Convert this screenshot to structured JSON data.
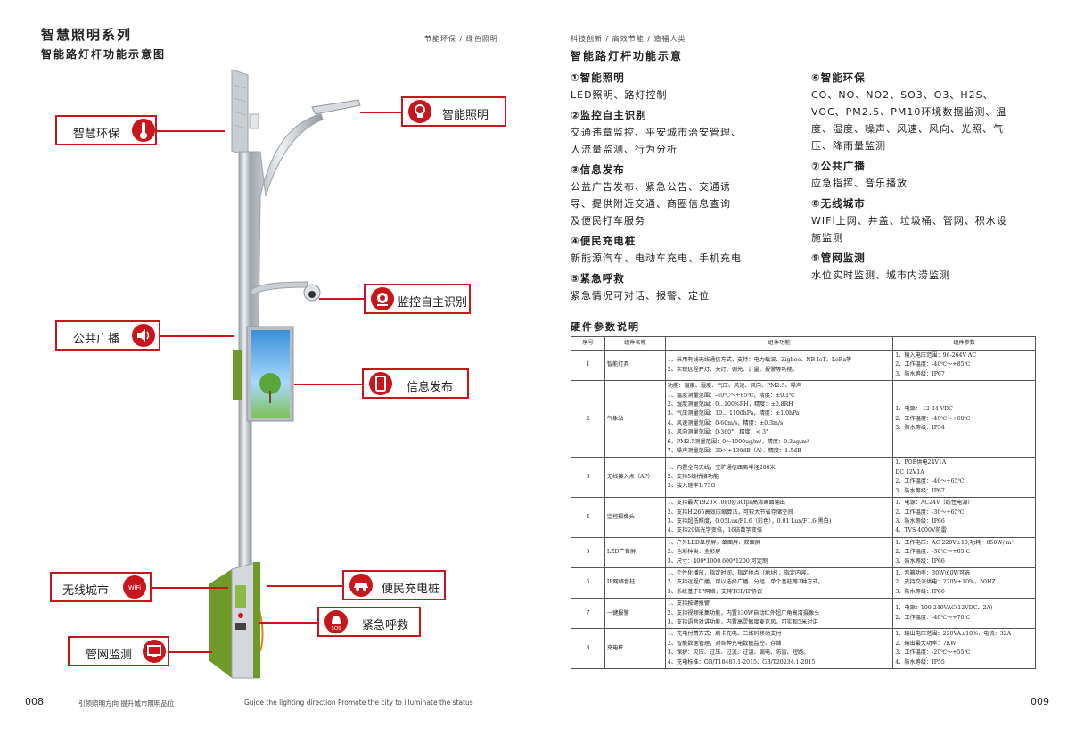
{
  "left": {
    "title": "智慧照明系列",
    "subtitle": "智能路灯杆功能示意图",
    "tag": "节能环保  /  绿色照明",
    "page_number": "008",
    "footer_cn": "引领照明方向    提升城市照明品位",
    "footer_en": "Guide the lighting direction Promote the city to illuminate the status",
    "callouts": {
      "smart_lighting": "智能照明",
      "smart_env": "智慧环保",
      "monitor": "监控自主识别",
      "broadcast": "公共广播",
      "info": "信息发布",
      "wireless": "无线城市",
      "charging": "便民充电桩",
      "sos": "紧急呼救",
      "pipe": "管网监测"
    },
    "icon_text": {
      "wifi": "WiFi",
      "sos": "SOS"
    }
  },
  "right": {
    "tag": "科技创新  /  高效节能  /  造福人类",
    "title": "智能路灯杆功能示意",
    "page_number": "009",
    "features_left": [
      {
        "head": "①智能照明",
        "body": "LED照明、路灯控制"
      },
      {
        "head": "②监控自主识别",
        "body": "交通违章监控、平安城市治安管理、\n人流量监测、行为分析"
      },
      {
        "head": "③信息发布",
        "body": "公益广告发布、紧急公告、交通诱\n导、提供附近交通、商圈信息查询\n及便民打车服务"
      },
      {
        "head": "④便民充电桩",
        "body": "新能源汽车、电动车充电、手机充电"
      },
      {
        "head": "⑤紧急呼救",
        "body": "紧急情况可对话、报警、定位"
      }
    ],
    "features_right": [
      {
        "head": "⑥智能环保",
        "body": "CO、NO、NO2、SO3、O3、H2S、\nVOC、PM2.5、PM10环境数据监测、温\n度、湿度、噪声、风速、风向、光照、气\n压、降雨量监测"
      },
      {
        "head": "⑦公共广播",
        "body": "应急指挥、音乐播放"
      },
      {
        "head": "⑧无线城市",
        "body": "WIFI上网、井盖、垃圾桶、管网、积水设\n施监测"
      },
      {
        "head": "⑨管网监测",
        "body": "水位实时监测、城市内涝监测"
      }
    ],
    "hw_title": "硬件参数说明",
    "table": {
      "headers": [
        "序号",
        "组件名称",
        "组件功能",
        "组件参数"
      ],
      "rows": [
        [
          "1",
          "智能灯具",
          "1、采用有线无线通信方式，支持：电力载波、Zigbee、NB-IoT、LoRa等\n2、实现远程开灯、关灯、调光、计量、报警等功能。",
          "1、输入电压范围：96-264V AC\n2、工作温度：-40℃～+85℃\n3、防水等级：IP67"
        ],
        [
          "2",
          "气象站",
          "功能：温度、湿度、气压、风速、风向、PM2.5、噪声\n1、温度测量范围：-40℃～+85℃，精度：±0.1℃\n2、湿度测量范围：0...100%RH，精度：±0.8RH\n3、气压测量范围：10... 1100hPa，精度：±1.0hPa\n4、风速测量范围：0-60m/s，精度：±0.3m/s\n5、风向测量范围：0-360°，精度：< 3°\n6、PM2.5测量范围：0～1000ug/m³，精度：0.3ug/m³\n7、噪声测量范围：30～+130dB（A），精度：1.5dB",
          "1、电源：  12-24 VDC\n2、工作温度：-40℃～+60℃\n3、防水等级：IP54"
        ],
        [
          "3",
          "无线接入点（AP）",
          "1、内置全向天线，空旷通信距离半径200米\n2、支持5级桥接功能\n3、接入速率1.75G",
          "1、POE供电24V1A\n       DC 12V1A\n2、工作温度：-40～+65℃\n3、防水等级：IP67"
        ],
        [
          "4",
          "监控摄像头",
          "1、支持最大1920×1080@30fps高清画面输出\n2、支持H.265高效压缩算法，可较大节省存储空间\n3、支持超低照度，0.05Lux/F1.6（彩色），0.01 Lux/F1.6(黑白)\n4、支持20倍光学变倍，16倍数字变倍",
          "1、电源：AC24V（线性电源）\n2、工作温度：-30～+65℃\n3、防水等级：IP66\n4、TVS 4000V防雷"
        ],
        [
          "5",
          "LED广告屏",
          "1、户外LED显示屏，单面屏、双面屏\n2、色彩种类：全彩屏\n3、尺寸：400*1000 600*1200 可定制",
          "1、工作电压：AC 220V±10;功耗：850W/ m²\n2、工作温度：-30℃～+65℃\n3、防水等级：IP66"
        ],
        [
          "6",
          "IP网络音柱",
          "1、个性化播放，指定时间、指定地点（地址）、指定内容。\n2、支持远程广播，可以选择广播、分组、单个音柱等3种方式。\n3、系统基于IP网络，支持TCP/IP协议",
          "1、音箱功率：30W\\60W可选\n2、支持交流供电：220V±10%，50HZ\n3、防水等级：IP66"
        ],
        [
          "7",
          "一键报警",
          "1、支持按键报警\n2、支持视频采集功能，内置130W自动红外超广角高清摄像头\n3、支持语音对讲功能，内置高灵敏度麦克风，可实现5米对讲",
          "1、电源：100-240VAC(12VDC、2A)\n2、工作温度：-40℃～+70℃"
        ],
        [
          "8",
          "充电桩",
          "1、充电付费方式：刷卡充电、二维码移动支付\n2、智能数据管理，对各种充电数据监控、存储\n3、保护：欠压、过压、过流、过温、漏电、防雷、短路。\n4、充电标准：GB/T18487.1-2015、GB/T20234.1-2015",
          "1、输出电压范围：220VA±10%，电流：32A\n2、输出最大功率：7KW\n3、工作温度：-20℃～+55℃\n4、防水等级：IP55"
        ]
      ]
    }
  },
  "colors": {
    "accent": "#c8161d",
    "pole": "#c9ced3",
    "green": "#6f9a2a"
  }
}
